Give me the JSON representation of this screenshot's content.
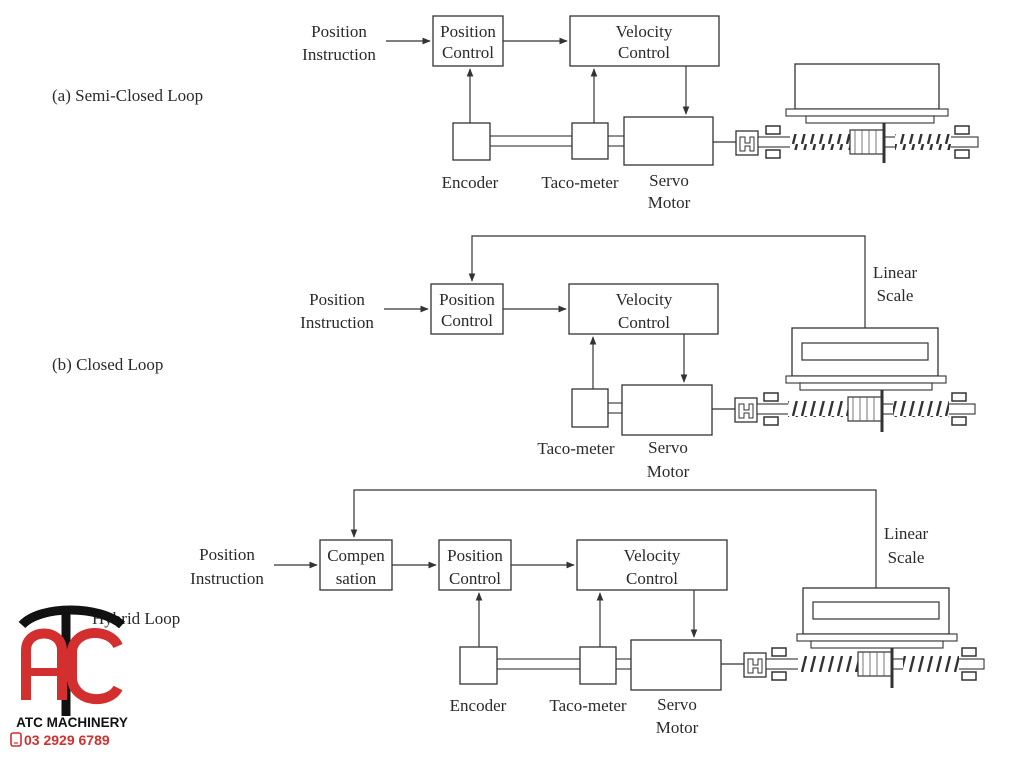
{
  "colors": {
    "line": "#333333",
    "text": "#2a2a2a",
    "logo_red": "#d32f2f",
    "logo_black": "#111111"
  },
  "diagrams": {
    "a": {
      "title": "(a) Semi-Closed Loop",
      "input": [
        "Position",
        "Instruction"
      ],
      "position_control": [
        "Position",
        "Control"
      ],
      "velocity_control": [
        "Velocity",
        "Control"
      ],
      "encoder": "Encoder",
      "tacometer": "Taco-meter",
      "servo_motor": [
        "Servo",
        "Motor"
      ]
    },
    "b": {
      "title": "(b) Closed Loop",
      "input": [
        "Position",
        "Instruction"
      ],
      "position_control": [
        "Position",
        "Control"
      ],
      "velocity_control": [
        "Velocity",
        "Control"
      ],
      "tacometer": "Taco-meter",
      "servo_motor": [
        "Servo",
        "Motor"
      ],
      "linear_scale": [
        "Linear",
        "Scale"
      ]
    },
    "c": {
      "title": "Hybrid Loop",
      "input": [
        "Position",
        "Instruction"
      ],
      "compensation": [
        "Compen",
        "sation"
      ],
      "position_control": [
        "Position",
        "Control"
      ],
      "velocity_control": [
        "Velocity",
        "Control"
      ],
      "encoder": "Encoder",
      "tacometer": "Taco-meter",
      "servo_motor": [
        "Servo",
        "Motor"
      ],
      "linear_scale": [
        "Linear",
        "Scale"
      ]
    }
  },
  "logo": {
    "mark": "ATC",
    "name": "ATC MACHINERY",
    "phone": "03 2929 6789",
    "phone_icon": "phone-icon"
  }
}
